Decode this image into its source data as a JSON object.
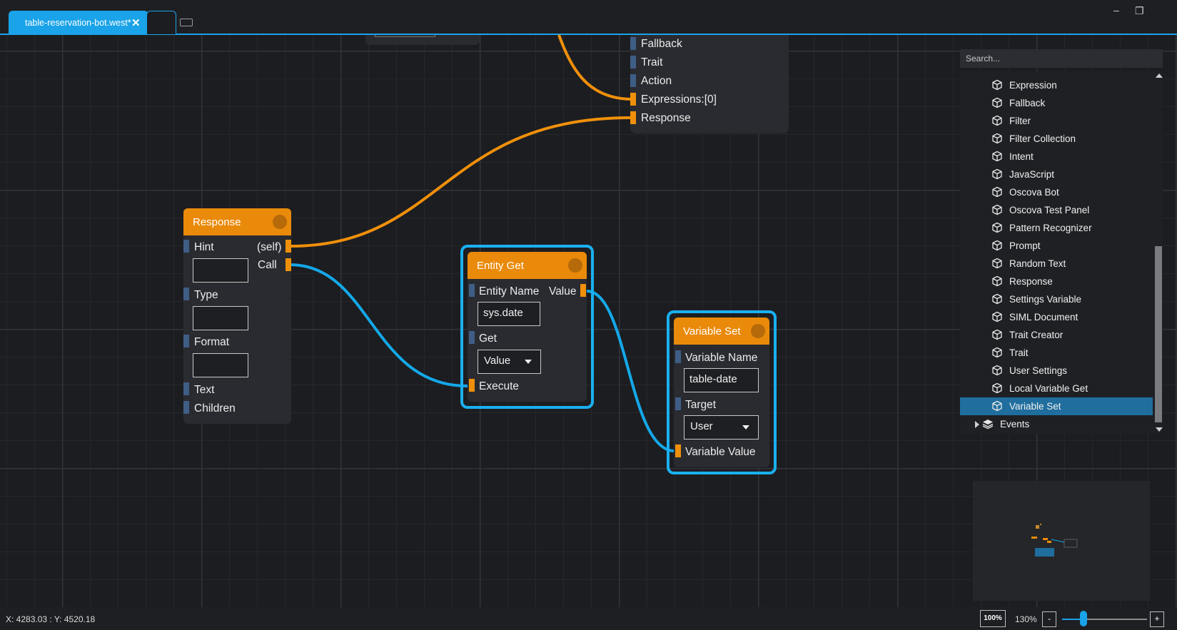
{
  "window": {
    "tab_title": "table-reservation-bot.west*",
    "close_glyph": "✕",
    "minimize_glyph": "–",
    "restore_glyph": "❐"
  },
  "colors": {
    "accent": "#1aa3e8",
    "node_header": "#ea8a0a",
    "output_port": "#f0900a",
    "input_port": "#3f5e86",
    "selected_tree_item": "#1f6e9e"
  },
  "top_node": {
    "ports": [
      "Fallback",
      "Trait",
      "Action",
      "Expressions:[0]",
      "Response"
    ]
  },
  "response_node": {
    "title": "Response",
    "self_label": "(self)",
    "call_label": "Call",
    "hint_label": "Hint",
    "hint_value": "",
    "type_label": "Type",
    "type_value": "",
    "format_label": "Format",
    "format_value": "",
    "text_label": "Text",
    "children_label": "Children"
  },
  "entity_get_node": {
    "title": "Entity Get",
    "entity_name_label": "Entity Name",
    "entity_name_value": "sys.date",
    "value_label": "Value",
    "get_label": "Get",
    "get_selected": "Value",
    "execute_label": "Execute"
  },
  "variable_set_node": {
    "title": "Variable Set",
    "variable_name_label": "Variable Name",
    "variable_name_value": "table-date",
    "target_label": "Target",
    "target_selected": "User",
    "variable_value_label": "Variable Value"
  },
  "side_panel": {
    "search_placeholder": "Search...",
    "items": [
      {
        "label": "Expression",
        "icon": "cube-icon"
      },
      {
        "label": "Fallback",
        "icon": "cube-icon"
      },
      {
        "label": "Filter",
        "icon": "cube-icon"
      },
      {
        "label": "Filter Collection",
        "icon": "cube-icon"
      },
      {
        "label": "Intent",
        "icon": "cube-icon"
      },
      {
        "label": "JavaScript",
        "icon": "cube-icon"
      },
      {
        "label": "Oscova Bot",
        "icon": "cube-icon"
      },
      {
        "label": "Oscova Test Panel",
        "icon": "cube-icon"
      },
      {
        "label": "Pattern Recognizer",
        "icon": "cube-icon"
      },
      {
        "label": "Prompt",
        "icon": "cube-icon"
      },
      {
        "label": "Random Text",
        "icon": "cube-icon"
      },
      {
        "label": "Response",
        "icon": "cube-icon"
      },
      {
        "label": "Settings Variable",
        "icon": "cube-icon"
      },
      {
        "label": "SIML Document",
        "icon": "cube-icon"
      },
      {
        "label": "Trait Creator",
        "icon": "cube-icon"
      },
      {
        "label": "Trait",
        "icon": "cube-icon"
      },
      {
        "label": "User Settings",
        "icon": "cube-icon"
      },
      {
        "label": "Local Variable Get",
        "icon": "cube-icon"
      },
      {
        "label": "Variable Set",
        "icon": "cube-icon",
        "selected": true
      }
    ],
    "group": {
      "label": "Events",
      "icon": "layers-icon",
      "expanded": false
    }
  },
  "status_bar": {
    "coordinates": "X: 4283.03 : Y: 4520.18",
    "reset_zoom_label": "100%",
    "zoom_level": "130%",
    "zoom_out_label": "-",
    "zoom_in_label": "+",
    "zoom_slider_fraction": 0.25
  }
}
